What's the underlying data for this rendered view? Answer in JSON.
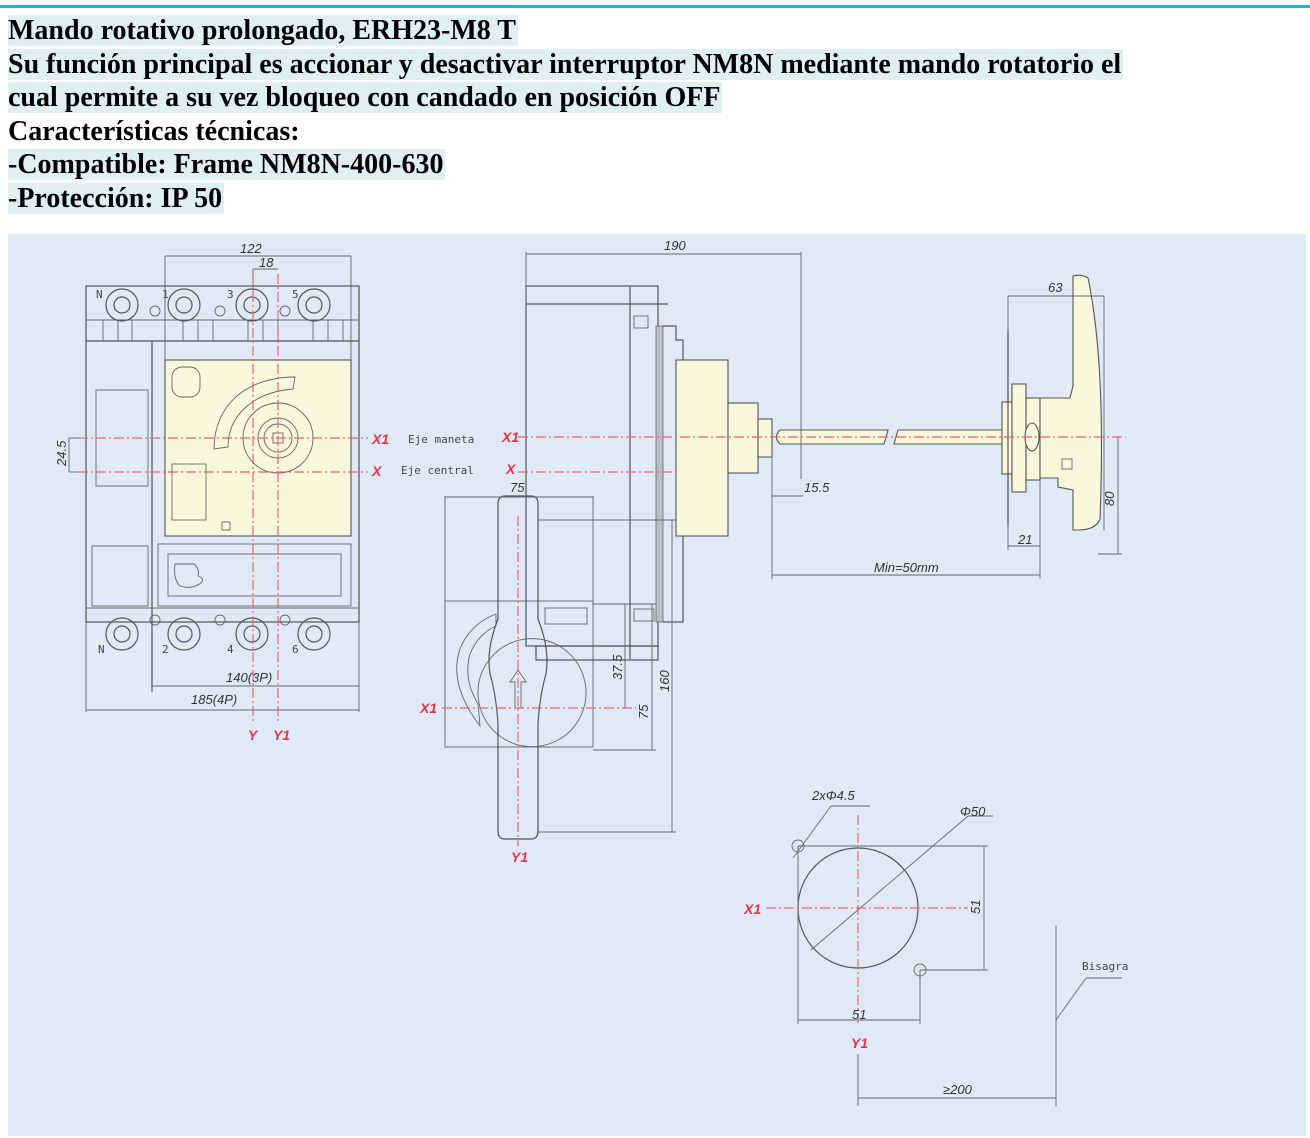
{
  "description": {
    "title": "Mando rotativo prolongado, ERH23-M8 T",
    "function_line1": "Su función principal es accionar y desactivar interruptor NM8N mediante mando rotatorio el",
    "function_line2": "cual permite a su vez bloqueo con candado en posición OFF",
    "specs_heading": "Características técnicas:",
    "spec_compatible": "-Compatible: Frame NM8N-400-630",
    "spec_protection": "-Protección: IP 50"
  },
  "drawing": {
    "front_view": {
      "dim_width_top": "122",
      "dim_offset": "18",
      "dim_vertical": "24.5",
      "dim_3p": "140(3P)",
      "dim_4p": "185(4P)",
      "terminal_labels_top": [
        "N",
        "1",
        "3",
        "5"
      ],
      "terminal_labels_bottom": [
        "N",
        "2",
        "4",
        "6"
      ],
      "axis_y": "Y",
      "axis_y1": "Y1"
    },
    "axis_notes": {
      "x1_label": "X1",
      "x1_note": "Eje maneta",
      "x_label": "X",
      "x_note": "Eje central"
    },
    "side_view": {
      "dim_depth": "190",
      "dim_shaft": "15.5",
      "dim_min": "Min=50mm",
      "dim_handle_width": "63",
      "dim_handle_base": "21",
      "dim_handle_height": "80",
      "axis_x1": "X1",
      "axis_x": "X"
    },
    "handle_view": {
      "dim_width": "75",
      "dim_37": "37.5",
      "dim_75": "75",
      "dim_160": "160",
      "axis_x1": "X1",
      "axis_y1": "Y1"
    },
    "cutout_view": {
      "dim_holes": "2xΦ4.5",
      "dim_diameter": "Φ50",
      "dim_vertical": "51",
      "dim_horizontal": "51",
      "dim_hinge": "≥200",
      "hinge_label": "Bisagra",
      "axis_x1": "X1",
      "axis_y1": "Y1"
    }
  }
}
